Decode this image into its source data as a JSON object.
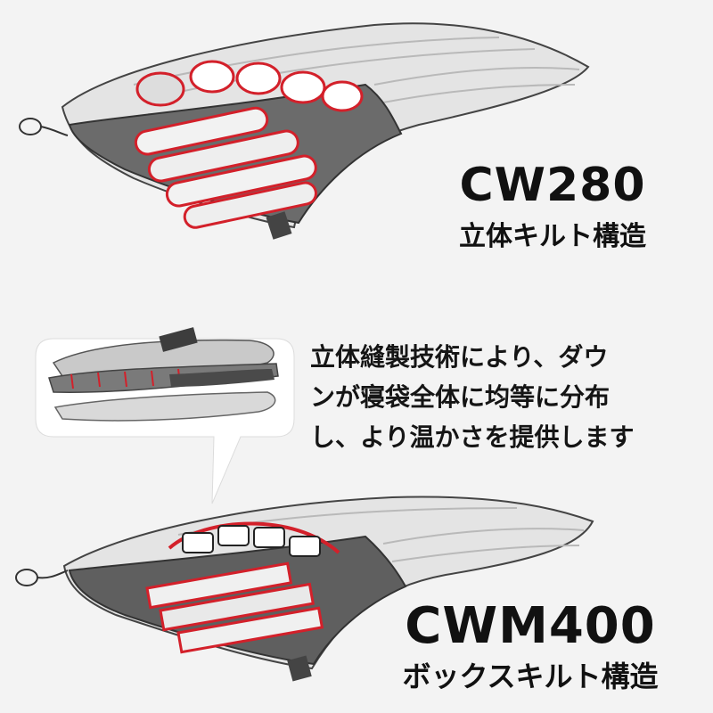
{
  "top_product": {
    "model": "CW280",
    "structure": "立体キルト構造"
  },
  "bottom_product": {
    "model": "CWM400",
    "structure": "ボックスキルト構造"
  },
  "description": {
    "lines": [
      "立体縫製技術により、ダウ",
      "ンが寝袋全体に均等に分布",
      "し、より温かさを提供します"
    ]
  },
  "colors": {
    "background": "#f3f3f3",
    "bubble": "#ffffff",
    "accent_red": "#d3202a",
    "fabric_light": "#e2e2e2",
    "fabric_dark": "#555555"
  }
}
